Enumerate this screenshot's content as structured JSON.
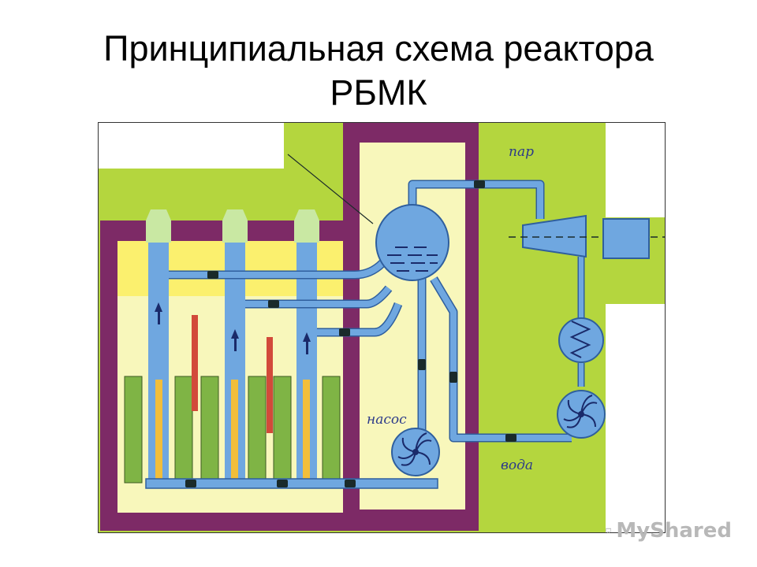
{
  "slide": {
    "title_line1": "Принципиальная схема реактора",
    "title_line2": "РБМК"
  },
  "diagram": {
    "labels": {
      "steam": "пар",
      "pump": "насос",
      "water": "вода"
    }
  },
  "watermark": {
    "text": "MyShared",
    "icon": "projector-screen-icon"
  },
  "colors": {
    "green": "#b4d63e",
    "purple": "#7d2a66",
    "light_yellow": "#f8f7bb",
    "yellow": "#fbf06e",
    "pipe_blue": "#6fa7e0",
    "fuel_green": "#7fb445",
    "rod_orange": "#f2be3a",
    "rod_red": "#d24a3a"
  }
}
